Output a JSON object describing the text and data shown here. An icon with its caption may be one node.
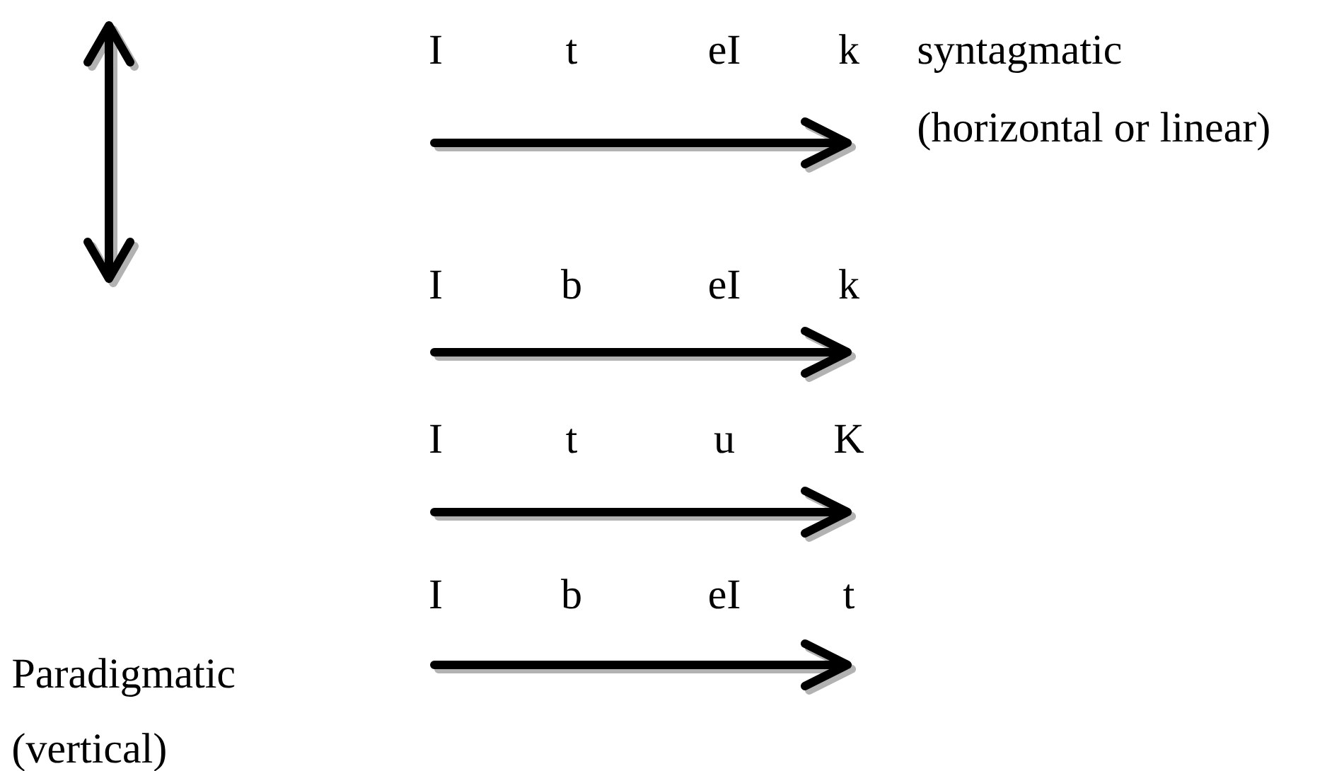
{
  "diagram": {
    "labels": [
      "I",
      "t",
      "eI",
      "k",
      "syntagmatic",
      "(horizontal or linear)",
      "I",
      "b",
      "eI",
      "k",
      "I",
      "t",
      "u",
      "K",
      "I",
      "b",
      "eI",
      "t",
      "Paradigmatic",
      "(vertical)"
    ]
  }
}
